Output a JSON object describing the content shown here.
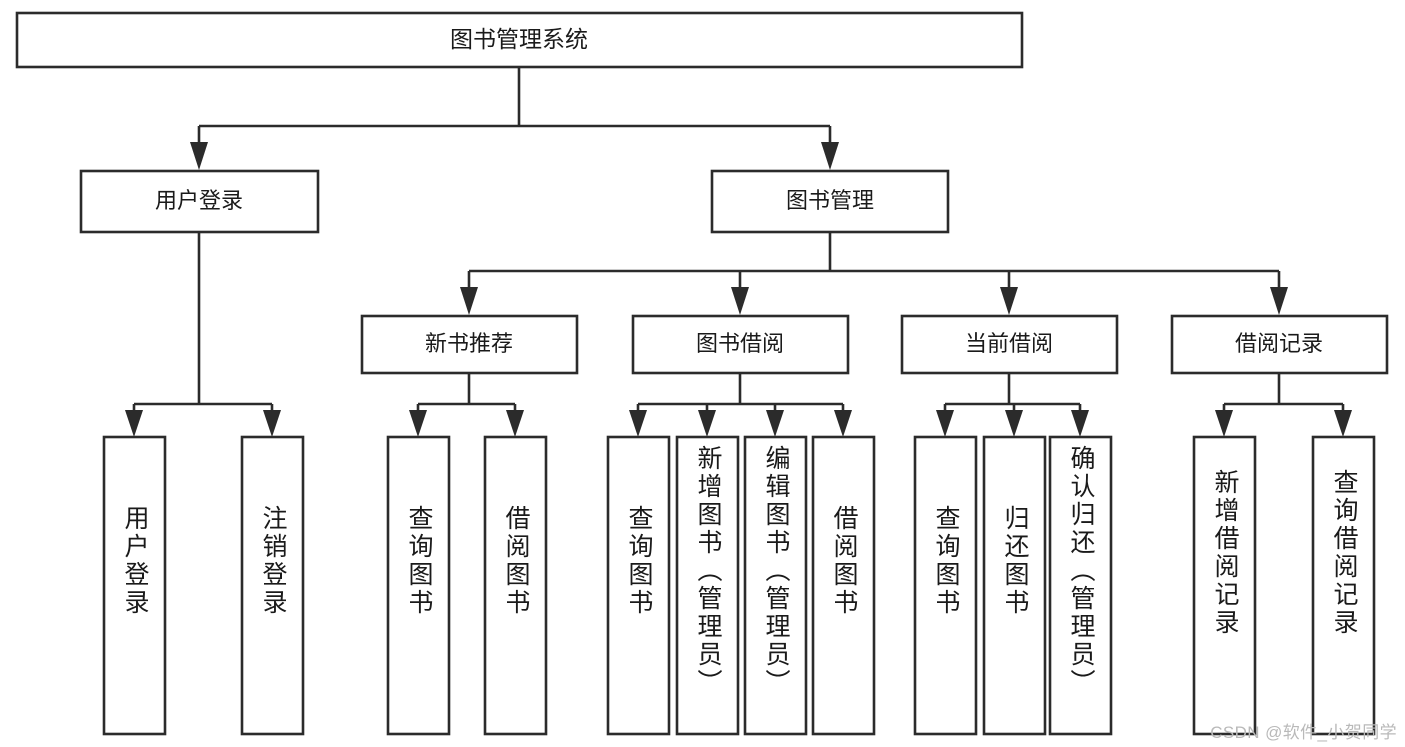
{
  "diagram": {
    "title": "图书管理系统",
    "type": "tree",
    "watermark": "CSDN @软件_小贺同学",
    "colors": {
      "stroke": "#2b2b2b",
      "fill": "#ffffff",
      "text": "#1a1a1a",
      "watermark": "#b9b9b9",
      "background": "#ffffff"
    },
    "root": {
      "label": "图书管理系统"
    },
    "level1": [
      {
        "label": "用户登录"
      },
      {
        "label": "图书管理"
      }
    ],
    "level2": [
      {
        "label": "新书推荐"
      },
      {
        "label": "图书借阅"
      },
      {
        "label": "当前借阅"
      },
      {
        "label": "借阅记录"
      }
    ],
    "leaves": {
      "user_login": [
        {
          "label": "用户登录"
        },
        {
          "label": "注销登录"
        }
      ],
      "new_book_recommend": [
        {
          "label": "查询图书"
        },
        {
          "label": "借阅图书"
        }
      ],
      "book_borrow": [
        {
          "label": "查询图书"
        },
        {
          "label": "新增图书（管理员）"
        },
        {
          "label": "编辑图书（管理员）"
        },
        {
          "label": "借阅图书"
        }
      ],
      "current_borrow": [
        {
          "label": "查询图书"
        },
        {
          "label": "归还图书"
        },
        {
          "label": "确认归还（管理员）"
        }
      ],
      "borrow_records": [
        {
          "label": "新增借阅记录"
        },
        {
          "label": "查询借阅记录"
        }
      ]
    }
  }
}
